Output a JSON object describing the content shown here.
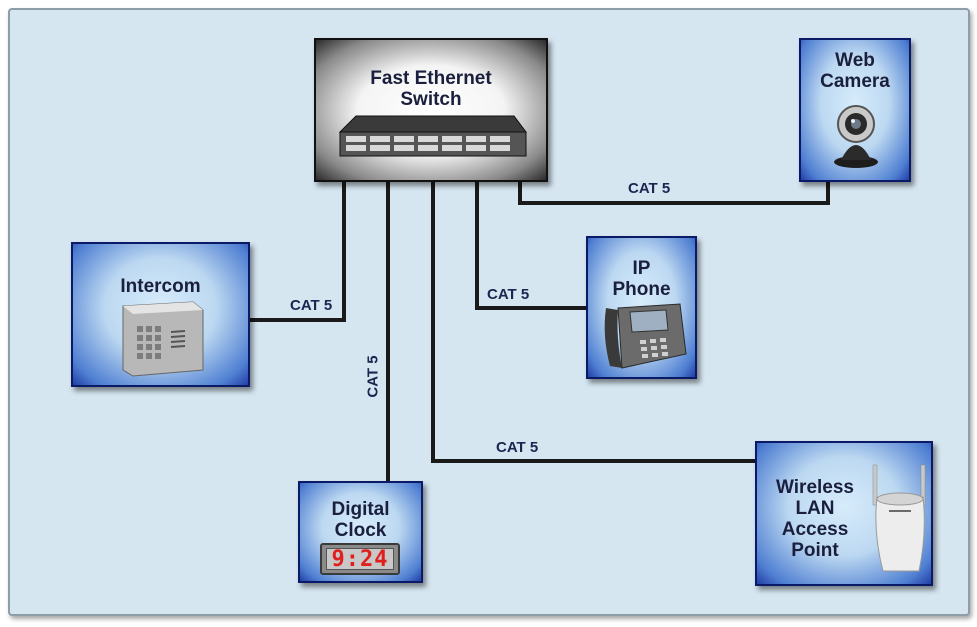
{
  "devices": {
    "switch": {
      "title": "Fast Ethernet\nSwitch",
      "icon": "network-switch-icon"
    },
    "web_camera": {
      "title": "Web\nCamera",
      "icon": "webcam-icon"
    },
    "intercom": {
      "title": "Intercom",
      "icon": "intercom-keypad-icon"
    },
    "ip_phone": {
      "title": "IP\nPhone",
      "icon": "ip-phone-icon"
    },
    "digital_clock": {
      "title": "Digital\nClock",
      "display": "9:24",
      "icon": "clock-display-icon"
    },
    "wireless_ap": {
      "title": "Wireless\nLAN\nAccess\nPoint",
      "icon": "access-point-icon"
    }
  },
  "cables": {
    "web_camera": "CAT 5",
    "intercom": "CAT 5",
    "ip_phone": "CAT 5",
    "digital_clock": "CAT 5",
    "wireless_ap": "CAT 5"
  },
  "colors": {
    "background": "#d6e6f1",
    "box_edge": "#0b1a66",
    "cable": "#1a1a1a",
    "clock_digits": "#e0201c"
  }
}
